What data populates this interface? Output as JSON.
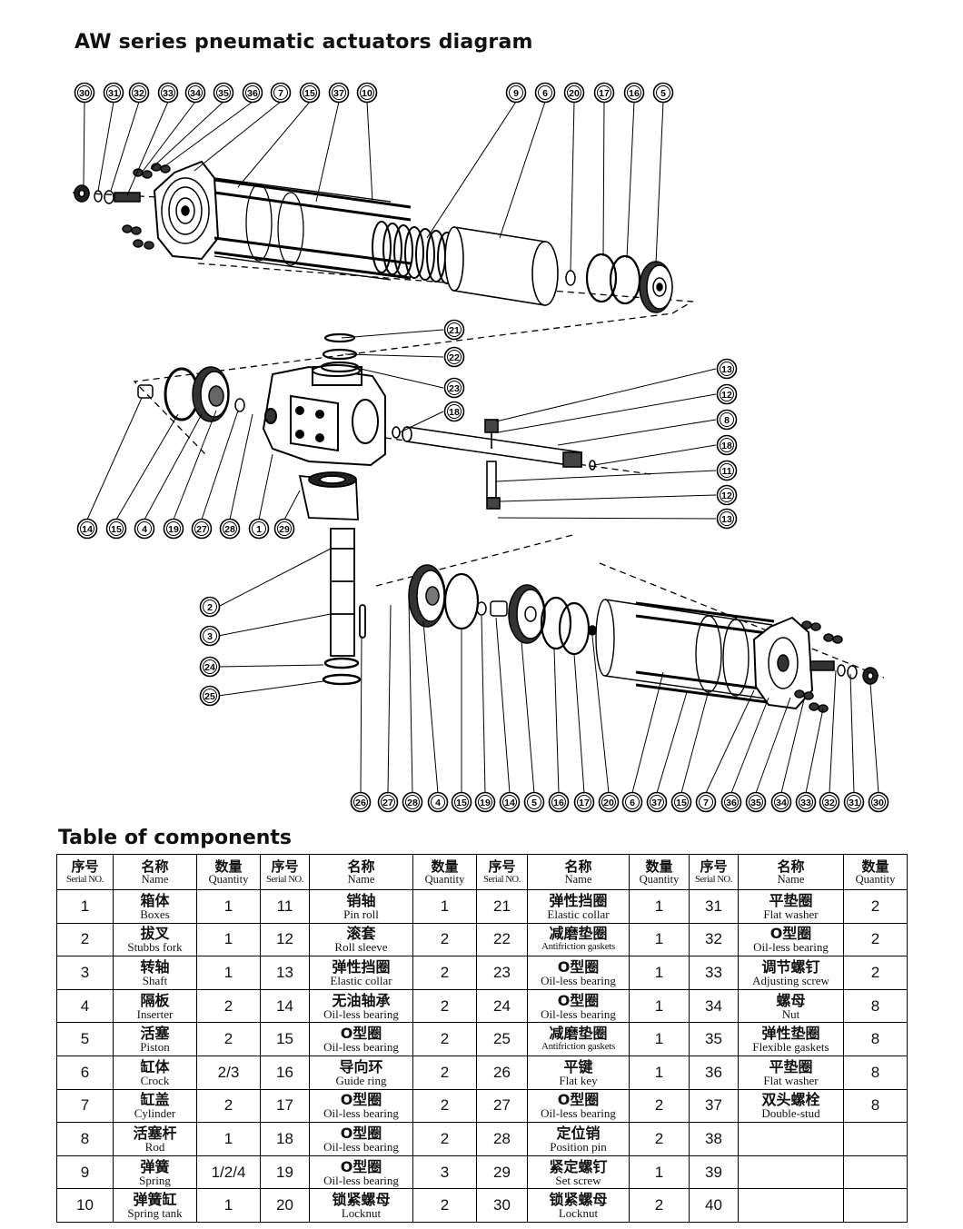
{
  "diagram": {
    "title": "AW series pneumatic actuators diagram",
    "callouts": {
      "top": [
        "30",
        "31",
        "32",
        "33",
        "34",
        "35",
        "36",
        "7",
        "15",
        "37",
        "10",
        "9",
        "6",
        "20",
        "17",
        "16",
        "5"
      ],
      "right": [
        "21",
        "22",
        "23",
        "18",
        "13",
        "12",
        "8",
        "18",
        "11",
        "12",
        "13"
      ],
      "left_row": [
        "14",
        "15",
        "4",
        "19",
        "27",
        "28",
        "1",
        "29"
      ],
      "left_col": [
        "2",
        "3",
        "24",
        "25"
      ],
      "bottom": [
        "26",
        "27",
        "28",
        "4",
        "15",
        "19",
        "14",
        "5",
        "16",
        "17",
        "20",
        "6",
        "37",
        "15",
        "7",
        "36",
        "35",
        "34",
        "33",
        "32",
        "31",
        "30"
      ]
    }
  },
  "table": {
    "title": "Table of components",
    "headers": {
      "serial_cn": "序号",
      "serial_en": "Serial NO.",
      "name_cn": "名称",
      "name_en": "Name",
      "qty_cn": "数量",
      "qty_en": "Quantity"
    },
    "rows": [
      [
        {
          "no": "1",
          "cn": "箱体",
          "en": "Boxes",
          "qty": "1"
        },
        {
          "no": "11",
          "cn": "销轴",
          "en": "Pin roll",
          "qty": "1"
        },
        {
          "no": "21",
          "cn": "弹性挡圈",
          "en": "Elastic collar",
          "qty": "1"
        },
        {
          "no": "31",
          "cn": "平垫圈",
          "en": "Flat washer",
          "qty": "2"
        }
      ],
      [
        {
          "no": "2",
          "cn": "拔叉",
          "en": "Stubbs fork",
          "qty": "1"
        },
        {
          "no": "12",
          "cn": "滚套",
          "en": "Roll sleeve",
          "qty": "2"
        },
        {
          "no": "22",
          "cn": "减磨垫圈",
          "en": "Antifriction gaskets",
          "qty": "1"
        },
        {
          "no": "32",
          "cn": "O型圈",
          "en": "Oil-less bearing",
          "qty": "2"
        }
      ],
      [
        {
          "no": "3",
          "cn": "转轴",
          "en": "Shaft",
          "qty": "1"
        },
        {
          "no": "13",
          "cn": "弹性挡圈",
          "en": "Elastic collar",
          "qty": "2"
        },
        {
          "no": "23",
          "cn": "O型圈",
          "en": "Oil-less bearing",
          "qty": "1"
        },
        {
          "no": "33",
          "cn": "调节螺钉",
          "en": "Adjusting screw",
          "qty": "2"
        }
      ],
      [
        {
          "no": "4",
          "cn": "隔板",
          "en": "Inserter",
          "qty": "2"
        },
        {
          "no": "14",
          "cn": "无油轴承",
          "en": "Oil-less bearing",
          "qty": "2"
        },
        {
          "no": "24",
          "cn": "O型圈",
          "en": "Oil-less bearing",
          "qty": "1"
        },
        {
          "no": "34",
          "cn": "螺母",
          "en": "Nut",
          "qty": "8"
        }
      ],
      [
        {
          "no": "5",
          "cn": "活塞",
          "en": "Piston",
          "qty": "2"
        },
        {
          "no": "15",
          "cn": "O型圈",
          "en": "Oil-less bearing",
          "qty": "2"
        },
        {
          "no": "25",
          "cn": "减磨垫圈",
          "en": "Antifriction gaskets",
          "qty": "1"
        },
        {
          "no": "35",
          "cn": "弹性垫圈",
          "en": "Flexible gaskets",
          "qty": "8"
        }
      ],
      [
        {
          "no": "6",
          "cn": "缸体",
          "en": "Crock",
          "qty": "2/3"
        },
        {
          "no": "16",
          "cn": "导向环",
          "en": "Guide ring",
          "qty": "2"
        },
        {
          "no": "26",
          "cn": "平键",
          "en": "Flat key",
          "qty": "1"
        },
        {
          "no": "36",
          "cn": "平垫圈",
          "en": "Flat washer",
          "qty": "8"
        }
      ],
      [
        {
          "no": "7",
          "cn": "缸盖",
          "en": "Cylinder",
          "qty": "2"
        },
        {
          "no": "17",
          "cn": "O型圈",
          "en": "Oil-less bearing",
          "qty": "2"
        },
        {
          "no": "27",
          "cn": "O型圈",
          "en": "Oil-less bearing",
          "qty": "2"
        },
        {
          "no": "37",
          "cn": "双头螺栓",
          "en": "Double-stud",
          "qty": "8"
        }
      ],
      [
        {
          "no": "8",
          "cn": "活塞杆",
          "en": "Rod",
          "qty": "1"
        },
        {
          "no": "18",
          "cn": "O型圈",
          "en": "Oil-less bearing",
          "qty": "2"
        },
        {
          "no": "28",
          "cn": "定位销",
          "en": "Position pin",
          "qty": "2"
        },
        {
          "no": "38",
          "cn": "",
          "en": "",
          "qty": ""
        }
      ],
      [
        {
          "no": "9",
          "cn": "弹簧",
          "en": "Spring",
          "qty": "1/2/4"
        },
        {
          "no": "19",
          "cn": "O型圈",
          "en": "Oil-less bearing",
          "qty": "3"
        },
        {
          "no": "29",
          "cn": "紧定螺钉",
          "en": "Set screw",
          "qty": "1"
        },
        {
          "no": "39",
          "cn": "",
          "en": "",
          "qty": ""
        }
      ],
      [
        {
          "no": "10",
          "cn": "弹簧缸",
          "en": "Spring tank",
          "qty": "1"
        },
        {
          "no": "20",
          "cn": "锁紧螺母",
          "en": "Locknut",
          "qty": "2"
        },
        {
          "no": "30",
          "cn": "锁紧螺母",
          "en": "Locknut",
          "qty": "2"
        },
        {
          "no": "40",
          "cn": "",
          "en": "",
          "qty": ""
        }
      ]
    ]
  }
}
